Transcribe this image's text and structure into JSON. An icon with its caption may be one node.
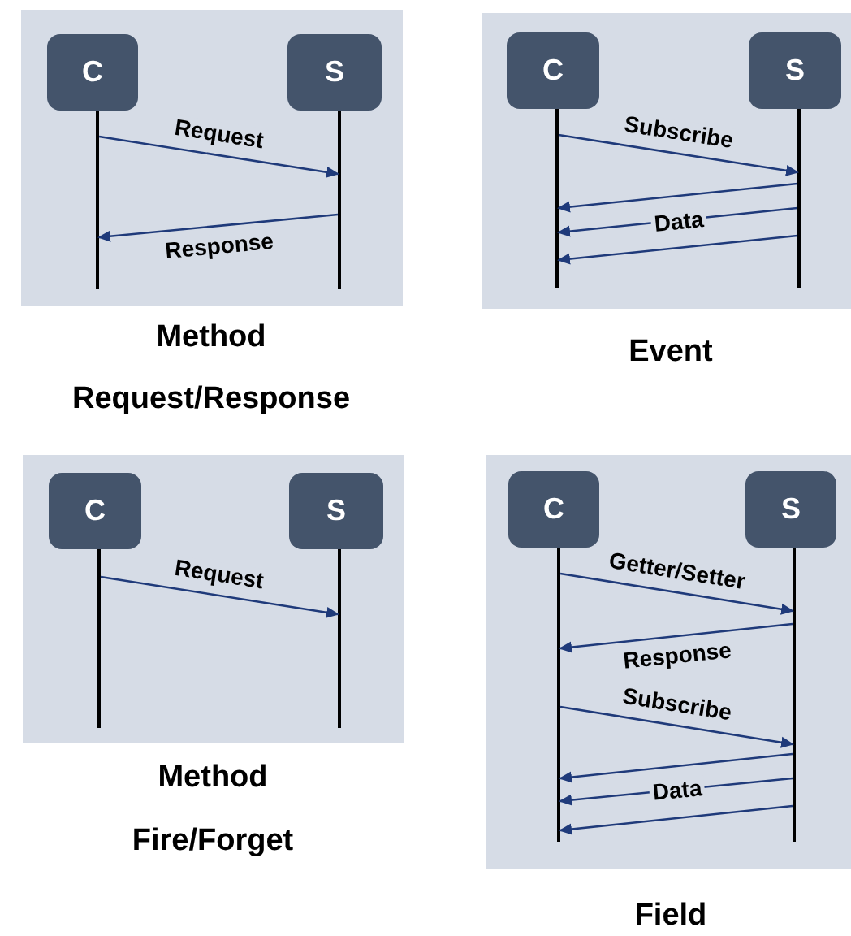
{
  "diagram": {
    "nodes": [
      {
        "text": [],
        "shape": "box",
        "beside": [
          "Method",
          "Request/Response"
        ]
      },
      {
        "text": [
          "C"
        ],
        "in": 0
      },
      {
        "text": [
          "S"
        ],
        "in": 0
      },
      {
        "text": [],
        "shape": "bar",
        "in": 0
      },
      {
        "text": [],
        "shape": "bar",
        "in": 0
      },
      {
        "text": [],
        "shape": "box",
        "beside": [
          "Event"
        ]
      },
      {
        "text": [
          "C"
        ],
        "in": 5
      },
      {
        "text": [
          "S"
        ],
        "in": 5
      },
      {
        "text": [],
        "shape": "bar",
        "in": 5
      },
      {
        "text": [],
        "shape": "bar",
        "in": 5
      },
      {
        "text": [],
        "shape": "box",
        "beside": [
          "Method",
          "Fire/Forget"
        ]
      },
      {
        "text": [
          "C"
        ],
        "in": 10
      },
      {
        "text": [
          "S"
        ],
        "in": 10
      },
      {
        "text": [],
        "shape": "bar",
        "in": 10
      },
      {
        "text": [],
        "shape": "bar",
        "in": 10
      },
      {
        "text": [],
        "shape": "box",
        "beside": [
          "Field"
        ]
      },
      {
        "text": [
          "C"
        ],
        "in": 15
      },
      {
        "text": [
          "S"
        ],
        "in": 15
      },
      {
        "text": [],
        "shape": "bar",
        "in": 15
      },
      {
        "text": [],
        "shape": "bar",
        "in": 15
      }
    ],
    "edges": [
      {
        "from": 3,
        "to": 4,
        "arrow": "to",
        "label": "Request"
      },
      {
        "from": 4,
        "to": 3,
        "arrow": "to",
        "label": "Response"
      },
      {
        "from": 8,
        "to": 9,
        "arrow": "to",
        "label": "Subscribe"
      },
      {
        "from": 9,
        "to": 8,
        "arrow": "to"
      },
      {
        "from": 9,
        "to": 8,
        "arrow": "to",
        "label": "Data"
      },
      {
        "from": 9,
        "to": 8,
        "arrow": "to"
      },
      {
        "from": 13,
        "to": 14,
        "arrow": "to",
        "label": "Request"
      },
      {
        "from": 18,
        "to": 19,
        "arrow": "to",
        "label": "Getter/Setter"
      },
      {
        "from": 19,
        "to": 18,
        "arrow": "to",
        "label": "Response"
      },
      {
        "from": 18,
        "to": 19,
        "arrow": "to",
        "label": "Subscribe"
      },
      {
        "from": 19,
        "to": 18,
        "arrow": "to"
      },
      {
        "from": 19,
        "to": 18,
        "arrow": "to",
        "label": "Data"
      },
      {
        "from": 19,
        "to": 18,
        "arrow": "to"
      }
    ]
  }
}
